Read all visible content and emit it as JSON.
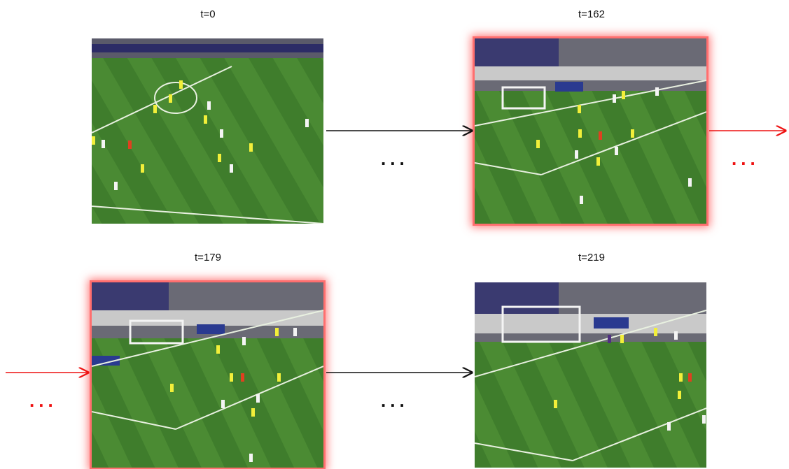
{
  "frames": [
    {
      "time_label": "t=0",
      "highlighted": false
    },
    {
      "time_label": "t=162",
      "highlighted": true
    },
    {
      "time_label": "t=179",
      "highlighted": true
    },
    {
      "time_label": "t=219",
      "highlighted": false
    }
  ],
  "ellipsis": "...",
  "colors": {
    "highlight": "#ff6f6f",
    "arrow_black": "#111111",
    "arrow_red": "#ee1111",
    "pitch": "#3e7a2a"
  }
}
